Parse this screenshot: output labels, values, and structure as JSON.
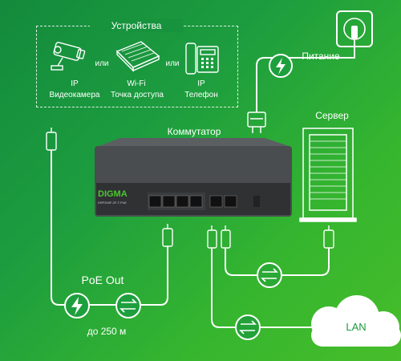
{
  "devices": {
    "title": "Устройства",
    "camera": {
      "line1": "IP",
      "line2": "Видеокамера"
    },
    "or1": "или",
    "wifi": {
      "line1": "Wi-Fi",
      "line2": "Точка доступа"
    },
    "or2": "или",
    "phone": {
      "line1": "IP",
      "line2": "Телефон"
    }
  },
  "power_label": "Питание",
  "server_label": "Сервер",
  "switch": {
    "label": "Коммутатор",
    "brand": "DIGMA",
    "model": "DSP204F-2F-T-PoE"
  },
  "poe": {
    "title": "PoE Out",
    "distance": "до 250 м"
  },
  "lan_label": "LAN",
  "colors": {
    "bg_start": "#138a3c",
    "bg_end": "#47bd2a",
    "line": "#ffffff",
    "switch_body": "#4a4d4f",
    "switch_panel": "#2f3133",
    "brand_green": "#4cc730"
  },
  "icons": [
    "ip-camera-icon",
    "wifi-access-point-icon",
    "ip-phone-icon",
    "power-socket-icon",
    "lightning-icon",
    "server-rack-icon",
    "arrows-exchange-icon",
    "ethernet-plug-icon",
    "cloud-icon"
  ]
}
